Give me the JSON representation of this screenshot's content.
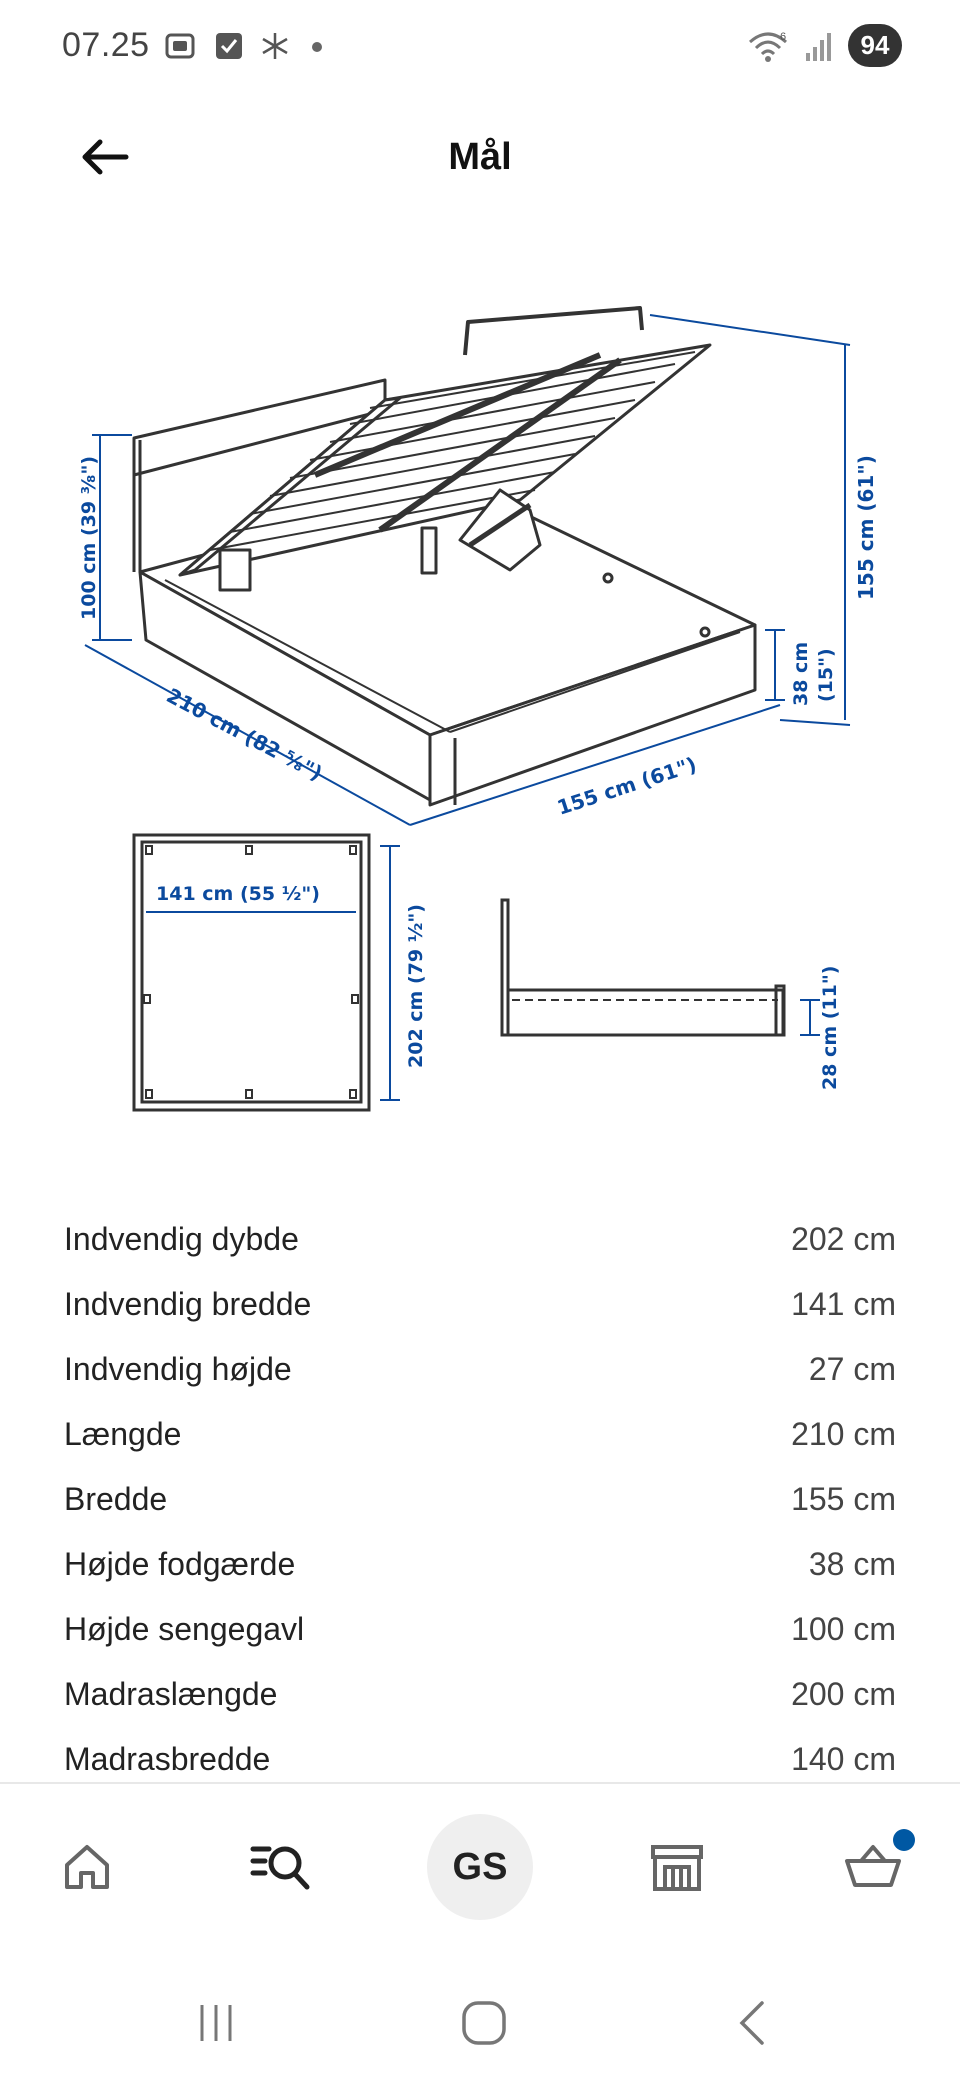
{
  "status_bar": {
    "time": "07.25",
    "battery": "94",
    "network_badge": "6",
    "icons": [
      "screenshot-icon",
      "check-box-icon",
      "snowflake-icon",
      "dot-icon",
      "wifi-icon",
      "signal-icon"
    ]
  },
  "header": {
    "title": "Mål",
    "back_icon": "arrow-left-icon"
  },
  "illustration": {
    "labels": {
      "headboard_height": "100 cm (39 ³⁄₈\")",
      "length": "210 cm (82 ⁵⁄₈\")",
      "total_height": "155 cm (61\")",
      "footboard_height_cm": "38 cm",
      "footboard_height_in": "(15\")",
      "width": "155 cm (61\")",
      "inner_width": "141 cm (55 ½\")",
      "inner_depth": "202 cm (79 ½\")",
      "side_height": "28 cm (11\")"
    },
    "line_color": "#333333",
    "dimension_color": "#0b4a9e"
  },
  "specs": [
    {
      "label": "Indvendig dybde",
      "value": "202 cm"
    },
    {
      "label": "Indvendig bredde",
      "value": "141 cm"
    },
    {
      "label": "Indvendig højde",
      "value": "27 cm"
    },
    {
      "label": "Længde",
      "value": "210 cm"
    },
    {
      "label": "Bredde",
      "value": "155 cm"
    },
    {
      "label": "Højde fodgærde",
      "value": "38 cm"
    },
    {
      "label": "Højde sengegavl",
      "value": "100 cm"
    },
    {
      "label": "Madraslængde",
      "value": "200 cm"
    },
    {
      "label": "Madrasbredde",
      "value": "140 cm"
    }
  ],
  "bottom_nav": {
    "items": [
      "home-icon",
      "search-icon",
      "profile",
      "store-icon",
      "cart-icon"
    ],
    "profile_initials": "GS",
    "cart_badge_color": "#0058a3"
  },
  "system_nav": {
    "items": [
      "recent-apps-icon",
      "home-button-icon",
      "back-nav-icon"
    ]
  }
}
